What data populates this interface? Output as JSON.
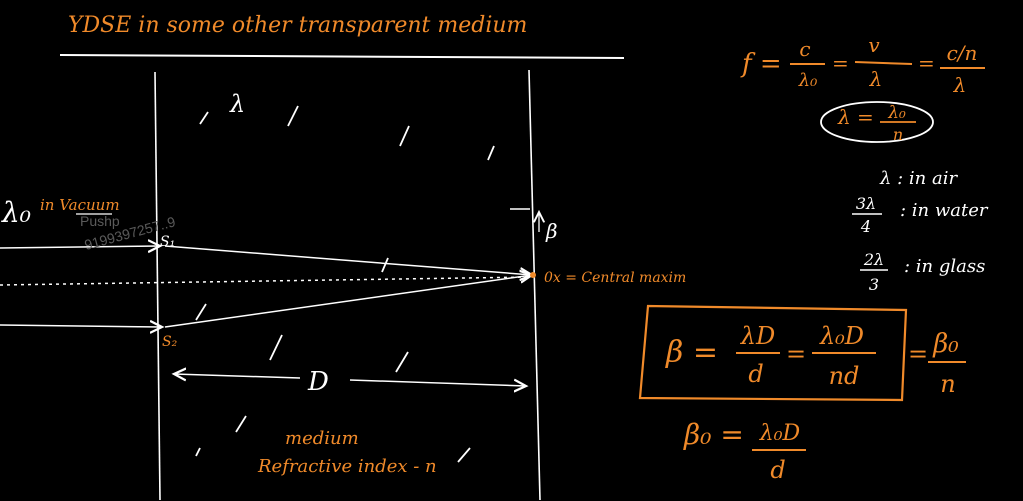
{
  "title": "YDSE in some other transparent medium",
  "formula_f": {
    "lhs": "f =",
    "t1_num": "c",
    "t1_den": "λ₀",
    "t2_num": "v",
    "t2_den": "λ",
    "t3_num": "c/n",
    "t3_den": "λ"
  },
  "lambda_relation": {
    "lhs": "λ =",
    "num": "λ₀",
    "den": "n"
  },
  "wavelength_table": {
    "air": "λ : in air",
    "water_num": "3λ",
    "water_den": "4",
    "water_label": ": in water",
    "glass_num": "2λ",
    "glass_den": "3",
    "glass_label": ": in glass"
  },
  "diagram": {
    "lambda0_label": "λ₀",
    "in_vacuum": "in Vacuum",
    "s1": "S₁",
    "s2": "S₂",
    "lambda": "λ",
    "beta": "β",
    "central": "0x = Central maxim",
    "D": "D",
    "medium": "medium",
    "refractive": "Refractive index - n"
  },
  "beta_formula": {
    "lhs": "β =",
    "f1_num": "λD",
    "f1_den": "d",
    "f2_num": "λ₀D",
    "f2_den": "nd",
    "f3_num": "β₀",
    "f3_den": "n"
  },
  "beta0_formula": {
    "lhs": "β₀ =",
    "num": "λ₀D",
    "den": "d"
  },
  "watermark": {
    "line1": "Pushp",
    "line2": "9199397257..9"
  },
  "colors": {
    "ink": "#f08a2a",
    "chalk": "#ffffff",
    "background": "#000000"
  }
}
